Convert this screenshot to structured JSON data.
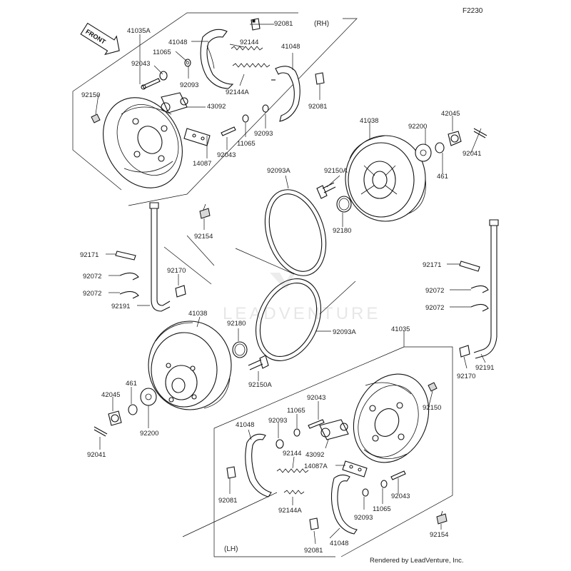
{
  "figure_code": "F2230",
  "front_arrow_label": "FRONT",
  "rh_label": "(RH)",
  "lh_label": "(LH)",
  "watermark": "LEADVENTURE",
  "credit": "Rendered by LeadVenture, Inc.",
  "callouts": {
    "rh_41035A": "41035A",
    "rh_41048_a": "41048",
    "rh_92081_a": "92081",
    "rh_11065_a": "11065",
    "rh_92144": "92144",
    "rh_41048_b": "41048",
    "rh_92043_a": "92043",
    "rh_92093_a": "92093",
    "rh_92144A": "92144A",
    "rh_92081_b": "92081",
    "rh_92150": "92150",
    "rh_43092": "43092",
    "rh_11065_b": "11065",
    "rh_92093_b": "92093",
    "rh_14087": "14087",
    "rh_92043_b": "92043",
    "rh_41038": "41038",
    "rh_92200": "92200",
    "rh_42045": "42045",
    "rh_92041": "92041",
    "rh_461": "461",
    "rh_92093A": "92093A",
    "rh_92150A": "92150A",
    "rh_92180": "92180",
    "rh_92154": "92154",
    "l_92171": "92171",
    "l_92072_a": "92072",
    "l_92072_b": "92072",
    "l_92170": "92170",
    "l_92191": "92191",
    "r_92171": "92171",
    "r_92072_a": "92072",
    "r_92072_b": "92072",
    "r_92170": "92170",
    "r_92191": "92191",
    "lh_41038": "41038",
    "lh_92180": "92180",
    "lh_92093A": "92093A",
    "lh_92150A": "92150A",
    "lh_41035": "41035",
    "lh_461": "461",
    "lh_42045": "42045",
    "lh_92200": "92200",
    "lh_92041": "92041",
    "lh_92043_a": "92043",
    "lh_11065_a": "11065",
    "lh_92093_a": "92093",
    "lh_41048_a": "41048",
    "lh_92150": "92150",
    "lh_92144": "92144",
    "lh_43092": "43092",
    "lh_14087A": "14087A",
    "lh_92043_b": "92043",
    "lh_92081_a": "92081",
    "lh_92144A": "92144A",
    "lh_11065_b": "11065",
    "lh_92093_b": "92093",
    "lh_41048_b": "41048",
    "lh_92081_b": "92081",
    "lh_92154": "92154"
  }
}
